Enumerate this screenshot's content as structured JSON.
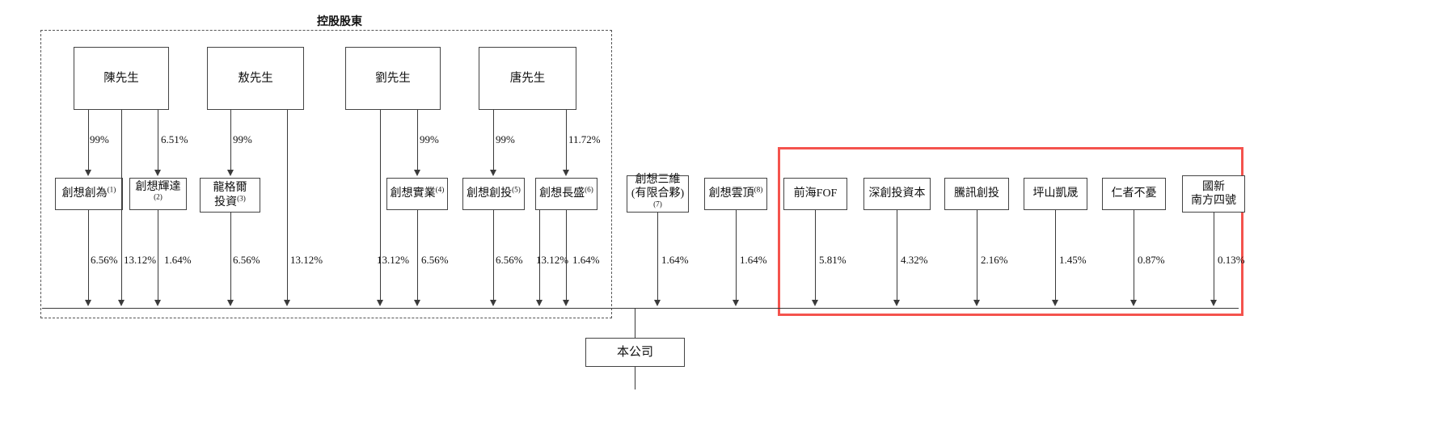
{
  "diagram": {
    "title": "控股股東",
    "company": {
      "label": "本公司"
    },
    "red_highlight_present": true,
    "colors": {
      "highlight": "#f4534d",
      "line": "#3a3a3a",
      "dashed": "#555555",
      "box_border": "#444444",
      "text": "#111111"
    }
  },
  "persons": [
    {
      "id": "chen",
      "label": "陳先生"
    },
    {
      "id": "ao",
      "label": "敖先生"
    },
    {
      "id": "liu",
      "label": "劉先生"
    },
    {
      "id": "tang",
      "label": "唐先生"
    }
  ],
  "entities": [
    {
      "id": "e1",
      "line1": "創想創為",
      "sup": "(1)",
      "line2": "",
      "in_dashed": true,
      "in_red": false
    },
    {
      "id": "e2",
      "line1": "創想輝達",
      "sup": "(2)",
      "line2": "",
      "in_dashed": true,
      "in_red": false
    },
    {
      "id": "e3",
      "line1": "龍格爾",
      "sup": "(3)",
      "line2": "投資",
      "in_dashed": true,
      "in_red": false
    },
    {
      "id": "e4",
      "line1": "創想實業",
      "sup": "(4)",
      "line2": "",
      "in_dashed": true,
      "in_red": false
    },
    {
      "id": "e5",
      "line1": "創想創投",
      "sup": "(5)",
      "line2": "",
      "in_dashed": true,
      "in_red": false
    },
    {
      "id": "e6",
      "line1": "創想長盛",
      "sup": "(6)",
      "line2": "",
      "in_dashed": true,
      "in_red": false
    },
    {
      "id": "e7",
      "line1": "創想三維",
      "sup": "(7)",
      "line2": "(有限合夥)",
      "in_dashed": false,
      "in_red": false
    },
    {
      "id": "e8",
      "line1": "創想雲頂",
      "sup": "(8)",
      "line2": "",
      "in_dashed": false,
      "in_red": false
    },
    {
      "id": "e9",
      "line1": "前海FOF",
      "sup": "",
      "line2": "",
      "in_dashed": false,
      "in_red": true
    },
    {
      "id": "e10",
      "line1": "深創投資本",
      "sup": "",
      "line2": "",
      "in_dashed": false,
      "in_red": true
    },
    {
      "id": "e11",
      "line1": "騰訊創投",
      "sup": "",
      "line2": "",
      "in_dashed": false,
      "in_red": true
    },
    {
      "id": "e12",
      "line1": "坪山凱晟",
      "sup": "",
      "line2": "",
      "in_dashed": false,
      "in_red": true
    },
    {
      "id": "e13",
      "line1": "仁者不憂",
      "sup": "",
      "line2": "",
      "in_dashed": false,
      "in_red": true
    },
    {
      "id": "e14",
      "line1": "國新",
      "sup": "",
      "line2": "南方四號",
      "in_dashed": false,
      "in_red": true
    }
  ],
  "person_to_entity": [
    {
      "from": "chen",
      "to": "e1",
      "pct": "99%"
    },
    {
      "from": "chen",
      "to": "e2",
      "pct": "6.51%"
    },
    {
      "from": "ao",
      "to": "e3",
      "pct": "99%"
    },
    {
      "from": "liu",
      "to": "e4",
      "pct": "99%"
    },
    {
      "from": "tang",
      "to": "e5",
      "pct": "99%"
    },
    {
      "from": "tang",
      "to": "e6",
      "pct": "11.72%"
    }
  ],
  "entity_to_company": [
    {
      "from": "e1",
      "pct": "6.56%"
    },
    {
      "from": "e2",
      "pct": "13.12%"
    },
    {
      "from": "e3a",
      "pct": "1.64%"
    },
    {
      "from": "e3",
      "pct": "6.56%"
    },
    {
      "from": "e3b",
      "pct": "13.12%"
    },
    {
      "from": "e4a",
      "pct": "13.12%"
    },
    {
      "from": "e4",
      "pct": "6.56%"
    },
    {
      "from": "e5",
      "pct": "6.56%"
    },
    {
      "from": "e6a",
      "pct": "13.12%"
    },
    {
      "from": "e6",
      "pct": "1.64%"
    },
    {
      "from": "e7",
      "pct": "1.64%"
    },
    {
      "from": "e8",
      "pct": "1.64%"
    },
    {
      "from": "e9",
      "pct": "5.81%"
    },
    {
      "from": "e10",
      "pct": "4.32%"
    },
    {
      "from": "e11",
      "pct": "2.16%"
    },
    {
      "from": "e12",
      "pct": "1.45%"
    },
    {
      "from": "e13",
      "pct": "0.87%"
    },
    {
      "from": "e14",
      "pct": "0.13%"
    }
  ]
}
